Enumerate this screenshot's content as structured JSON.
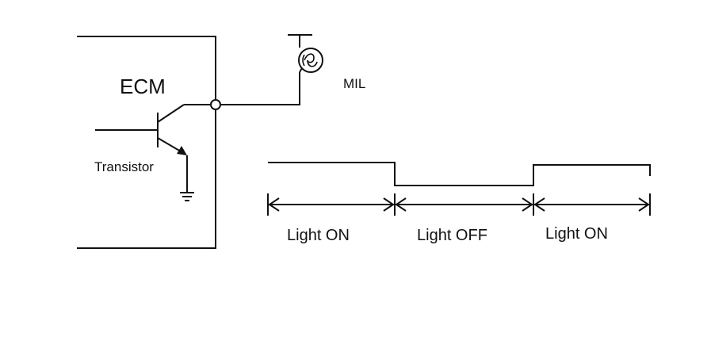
{
  "labels": {
    "ecm": "ECM",
    "transistor": "Transistor",
    "mil": "MIL"
  },
  "timing": {
    "segments": [
      {
        "label": "Light ON",
        "state": "high"
      },
      {
        "label": "Light OFF",
        "state": "low"
      },
      {
        "label": "Light ON",
        "state": "high"
      }
    ]
  },
  "colors": {
    "line": "#111111",
    "background": "#ffffff"
  },
  "icons": {
    "lamp": "mil-lamp-icon",
    "ground": "ground-symbol-icon",
    "transistor": "npn-transistor-icon",
    "terminal": "connector-terminal-icon"
  }
}
